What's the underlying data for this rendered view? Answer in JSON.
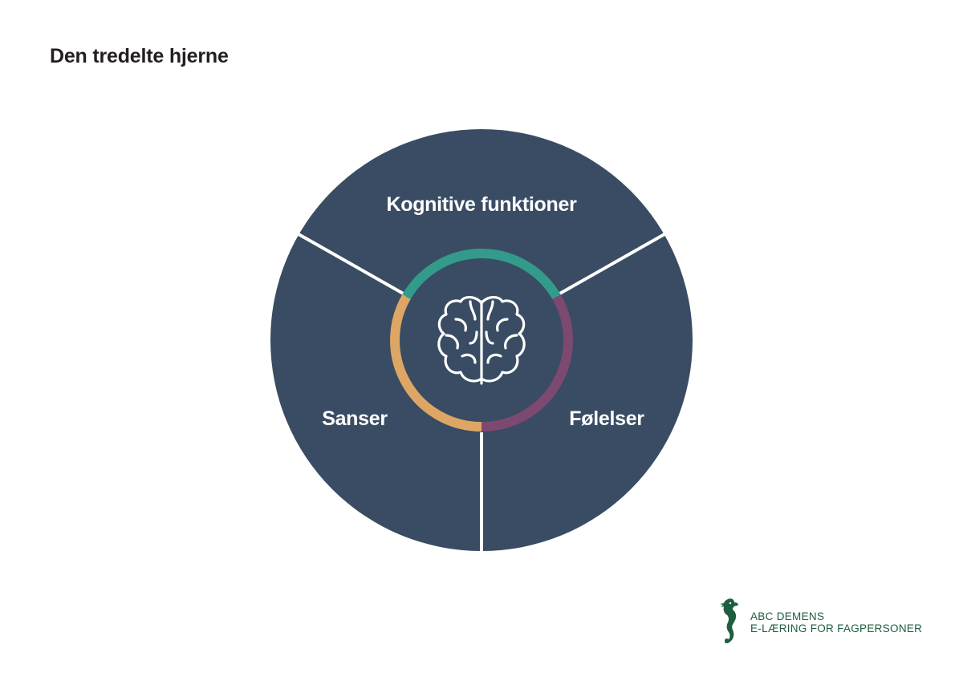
{
  "title": "Den tredelte hjerne",
  "diagram": {
    "segments": [
      {
        "label": "Kognitive funktioner",
        "ring_color": "#339b8b"
      },
      {
        "label": "Følelser",
        "ring_color": "#7d4970"
      },
      {
        "label": "Sanser",
        "ring_color": "#dda665"
      }
    ],
    "fill_color": "#394c63",
    "center_icon": "brain-icon"
  },
  "logo": {
    "icon": "seahorse-icon",
    "line1": "ABC DEMENS",
    "line2": "E-LÆRING FOR FAGPERSONER",
    "color": "#1d5e3e"
  }
}
